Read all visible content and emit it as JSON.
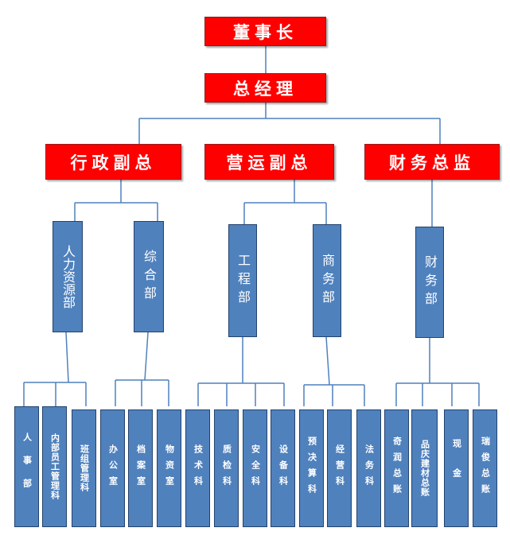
{
  "chairman": "董事长",
  "general_manager": "总经理",
  "vp": {
    "admin": "行政副总",
    "operations": "营运副总",
    "finance": "财务总监"
  },
  "depts": {
    "hr": "人力资源部",
    "general": "综合部",
    "engineering": "工程部",
    "business": "商务部",
    "finance": "财务部"
  },
  "units": {
    "personnel": "人事部",
    "internal_staff": "内部员工管理科",
    "shift_team": "班组管理科",
    "office": "办公室",
    "archives": "档案室",
    "materials": "物资室",
    "technical": "技术科",
    "quality": "质检科",
    "safety": "安全科",
    "equipment": "设备科",
    "budget": "预决算科",
    "operations": "经营科",
    "legal": "法务科",
    "profit_ledger": "奇润总账",
    "building_materials": "品庆建材总账",
    "cash": "现金",
    "ruijun_ledger": "瑞俊总账"
  }
}
